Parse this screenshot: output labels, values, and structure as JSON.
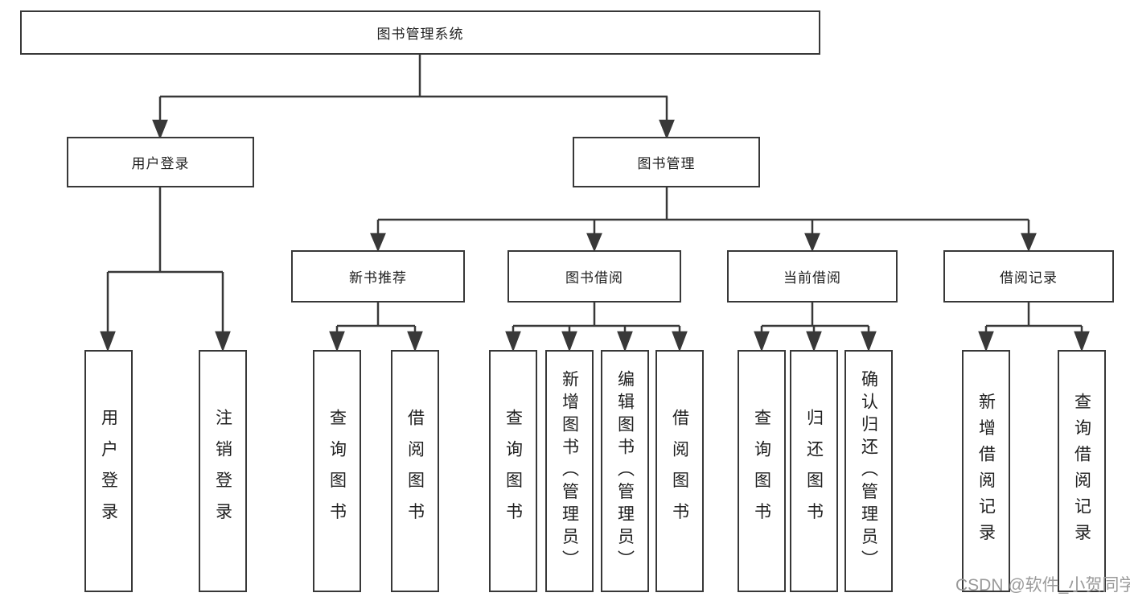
{
  "page": {
    "background": "#ffffff",
    "line_color": "#383838",
    "text_color": "#1f1f1f",
    "watermark_color": "#9a9a9a"
  },
  "watermark": "CSDN @软件_小贺同学",
  "tree": {
    "root": "图书管理系统",
    "branches": [
      {
        "label": "用户登录",
        "children": [
          {
            "label": "用户登录"
          },
          {
            "label": "注销登录"
          }
        ]
      },
      {
        "label": "图书管理",
        "children": [
          {
            "label": "新书推荐",
            "children": [
              {
                "label": "查询图书"
              },
              {
                "label": "借阅图书"
              }
            ]
          },
          {
            "label": "图书借阅",
            "children": [
              {
                "label": "查询图书"
              },
              {
                "label": "新增图书（管理员）"
              },
              {
                "label": "编辑图书（管理员）"
              },
              {
                "label": "借阅图书"
              }
            ]
          },
          {
            "label": "当前借阅",
            "children": [
              {
                "label": "查询图书"
              },
              {
                "label": "归还图书"
              },
              {
                "label": "确认归还（管理员）"
              }
            ]
          },
          {
            "label": "借阅记录",
            "children": [
              {
                "label": "新增借阅记录"
              },
              {
                "label": "查询借阅记录"
              }
            ]
          }
        ]
      }
    ]
  }
}
